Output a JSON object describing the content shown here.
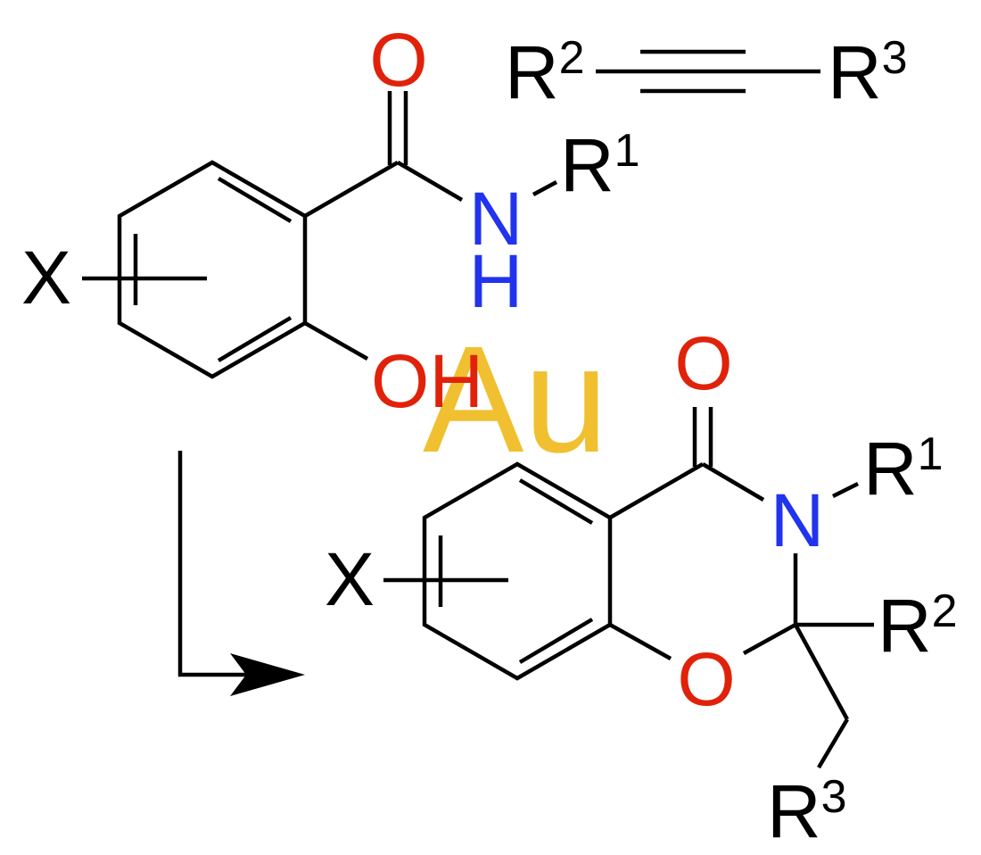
{
  "colors": {
    "bond": "#000000",
    "carbon_label": "#000000",
    "oxygen": "#e0220a",
    "nitrogen": "#2233ee",
    "gold": "#f0c030"
  },
  "catalyst": "Au",
  "reactants": {
    "amide": {
      "carbonyl_o": "O",
      "n": "N",
      "h": "H",
      "r1": "R",
      "r1_sup": "1",
      "oh_o": "O",
      "oh_h": "H",
      "x": "X"
    },
    "alkyne": {
      "r2": "R",
      "r2_sup": "2",
      "r3": "R",
      "r3_sup": "3"
    }
  },
  "product": {
    "carbonyl_o": "O",
    "n": "N",
    "r1": "R",
    "r1_sup": "1",
    "ring_o": "O",
    "r2": "R",
    "r2_sup": "2",
    "r3": "R",
    "r3_sup": "3",
    "x": "X"
  }
}
